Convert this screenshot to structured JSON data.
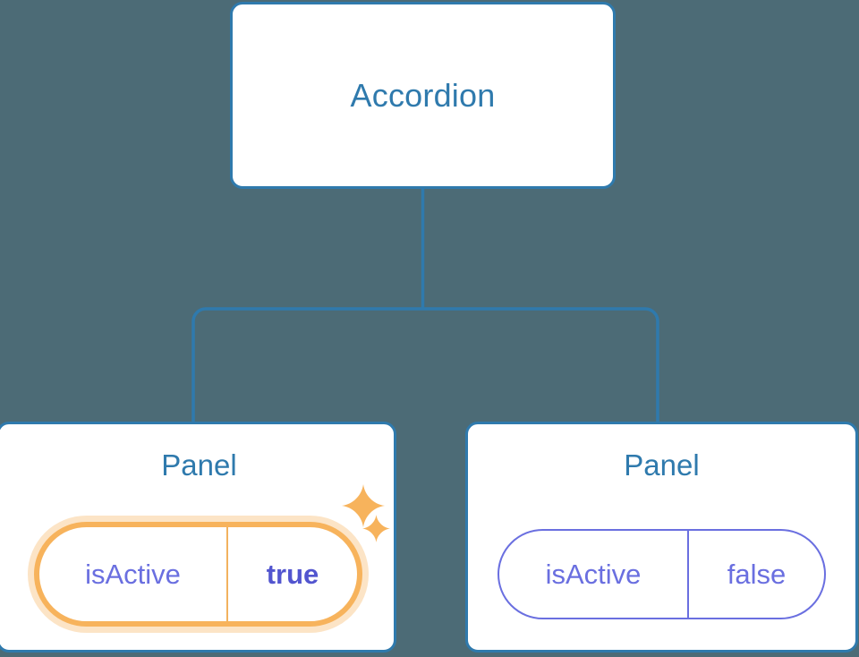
{
  "diagram": {
    "type": "component-tree",
    "background_color": "#4c6b76",
    "node_border_color": "#2f7aad",
    "node_title_color": "#2f7aad",
    "connector_color": "#2f7aad",
    "prop_color": "#6a6fe0",
    "highlight_color": "#f7b35c",
    "highlight_glow_color": "#fbd8a8",
    "highlight_value_color": "#5255cf",
    "root": {
      "title": "Accordion"
    },
    "children": [
      {
        "title": "Panel",
        "highlighted": true,
        "prop": {
          "key": "isActive",
          "value": "true"
        }
      },
      {
        "title": "Panel",
        "highlighted": false,
        "prop": {
          "key": "isActive",
          "value": "false"
        }
      }
    ],
    "decorations": [
      {
        "icon": "sparkle-large-icon",
        "color": "#f7b35c"
      },
      {
        "icon": "sparkle-small-icon",
        "color": "#f7b35c"
      }
    ]
  }
}
